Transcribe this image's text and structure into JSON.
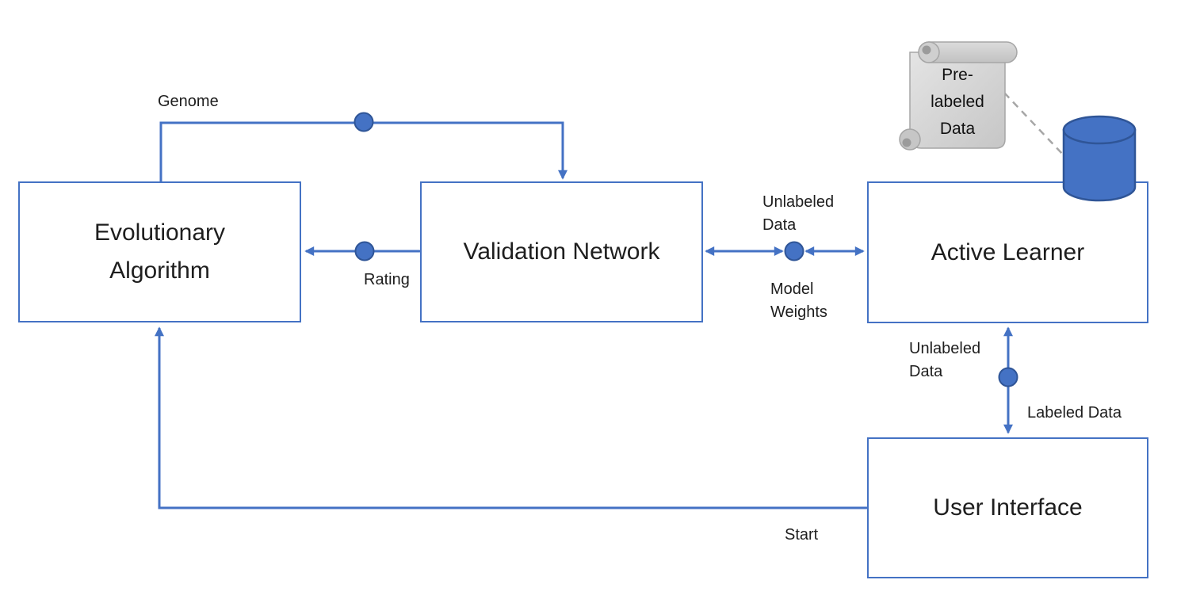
{
  "diagram": {
    "title": "Active learning system architecture diagram",
    "nodes": [
      {
        "id": "evolutionary-algorithm",
        "label": "Evolutionary Algorithm"
      },
      {
        "id": "validation-network",
        "label": "Validation Network"
      },
      {
        "id": "active-learner",
        "label": "Active Learner"
      },
      {
        "id": "user-interface",
        "label": "User Interface"
      }
    ],
    "edge_labels": {
      "genome": "Genome",
      "rating": "Rating",
      "unlabeled_data_mid": "Unlabeled Data",
      "model_weights": "Model Weights",
      "unlabeled_data_right": "Unlabeled Data",
      "labeled_data": "Labeled Data",
      "start": "Start"
    },
    "icons": {
      "scroll_label": "Pre-labeled Data",
      "scroll_icon": "scroll-icon",
      "database_icon": "database-cylinder-icon"
    },
    "colors": {
      "connector_blue": "#4472C4",
      "connector_dark_blue": "#2F5597",
      "scroll_gray_light": "#DFDFDF",
      "scroll_gray": "#C9C9C9",
      "scroll_border_gray": "#A6A6A6",
      "text": "#1E1E1E",
      "background": "#FFFFFF"
    }
  }
}
